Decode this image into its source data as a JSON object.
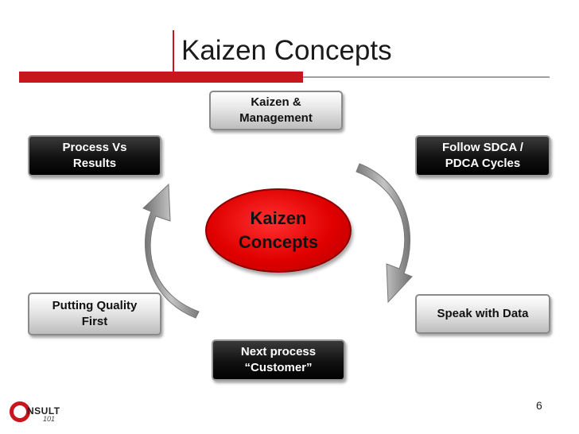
{
  "title": "Kaizen Concepts",
  "center": {
    "label": "Kaizen\nConcepts",
    "color": "#e00000"
  },
  "boxes": {
    "top": "Kaizen &\nManagement",
    "top_left": "Process Vs\nResults",
    "top_right": "Follow SDCA /\nPDCA Cycles",
    "bottom_left": "Putting Quality\nFirst",
    "bottom_right": "Speak with Data",
    "bottom": "Next process\n“Customer”"
  },
  "page_number": "6",
  "logo": {
    "text": "NSULT",
    "sub": "101"
  },
  "colors": {
    "accent_red": "#c8161d",
    "dark_box": "#000000",
    "light_box": "#d9d9d9"
  }
}
